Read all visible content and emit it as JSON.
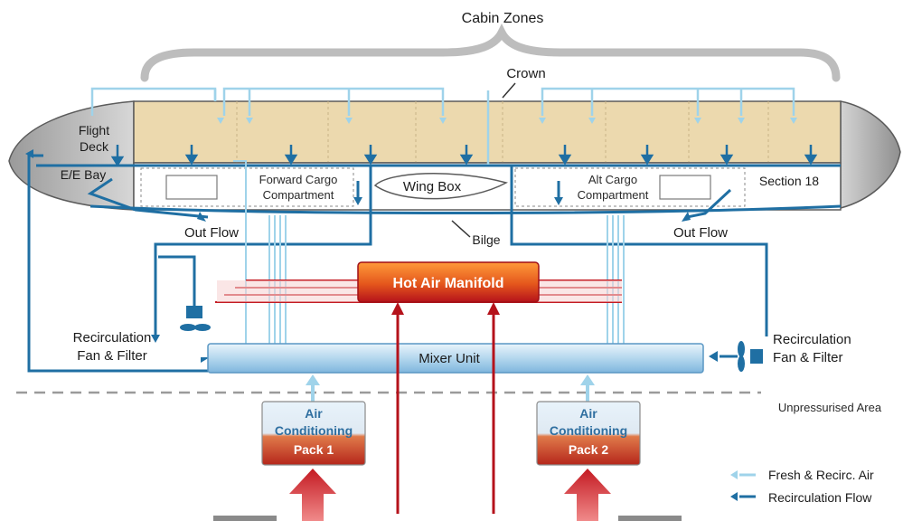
{
  "title": "Cabin Zones",
  "labels": {
    "crown": "Crown",
    "flight_deck_1": "Flight",
    "flight_deck_2": "Deck",
    "ee_bay": "E/E Bay",
    "fwd_cargo_1": "Forward Cargo",
    "fwd_cargo_2": "Compartment",
    "wing_box": "Wing Box",
    "aft_cargo_1": "Alt Cargo",
    "aft_cargo_2": "Compartment",
    "section_18": "Section 18",
    "out_flow_left": "Out Flow",
    "out_flow_right": "Out Flow",
    "bilge": "Bilge",
    "hot_air_manifold": "Hot Air Manifold",
    "mixer_unit": "Mixer Unit",
    "recirc_left_1": "Recirculation",
    "recirc_left_2": "Fan & Filter",
    "recirc_right_1": "Recirculation",
    "recirc_right_2": "Fan & Filter",
    "unpressurised": "Unpressurised Area",
    "pack1_1": "Air",
    "pack1_2": "Conditioning",
    "pack1_3": "Pack 1",
    "pack2_1": "Air",
    "pack2_2": "Conditioning",
    "pack2_3": "Pack 2"
  },
  "legend": [
    {
      "label": "Fresh & Recirc. Air",
      "color": "#9fd3ea"
    },
    {
      "label": "Recirculation Flow",
      "color": "#1f6fa3"
    }
  ],
  "colors": {
    "fresh_air": "#9fd3ea",
    "recirc_flow": "#1f6fa3",
    "hot_air": "#b5121b",
    "cabin_fill": "#ecd9ae"
  }
}
